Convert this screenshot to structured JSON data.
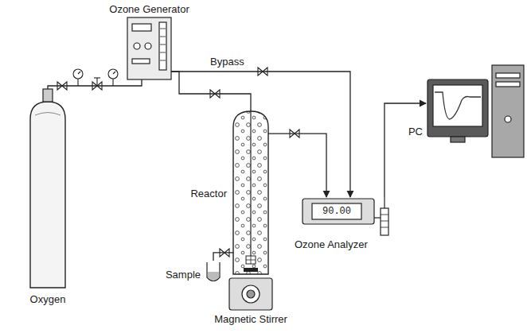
{
  "diagram": {
    "nodes": [
      {
        "text": [
          "Ozone Generator"
        ]
      },
      {
        "text": [
          "Oxygen"
        ]
      },
      {
        "text": [
          "Reactor"
        ]
      },
      {
        "text": [
          "Sample"
        ]
      },
      {
        "text": [
          "Magnetic Stirrer"
        ]
      },
      {
        "text": [
          "Ozone Analyzer",
          "90.00"
        ]
      },
      {
        "text": [
          "PC"
        ]
      }
    ],
    "edges": [
      {
        "from": 1,
        "to": 0,
        "arrow": "none"
      },
      {
        "from": 0,
        "to": 2,
        "arrow": "none"
      },
      {
        "from": 0,
        "to": 5,
        "label": "Bypass",
        "arrow": "to"
      },
      {
        "from": 2,
        "to": 5,
        "arrow": "to"
      },
      {
        "from": 2,
        "to": 3,
        "arrow": "none"
      },
      {
        "from": 5,
        "to": 6,
        "arrow": "to"
      }
    ]
  }
}
